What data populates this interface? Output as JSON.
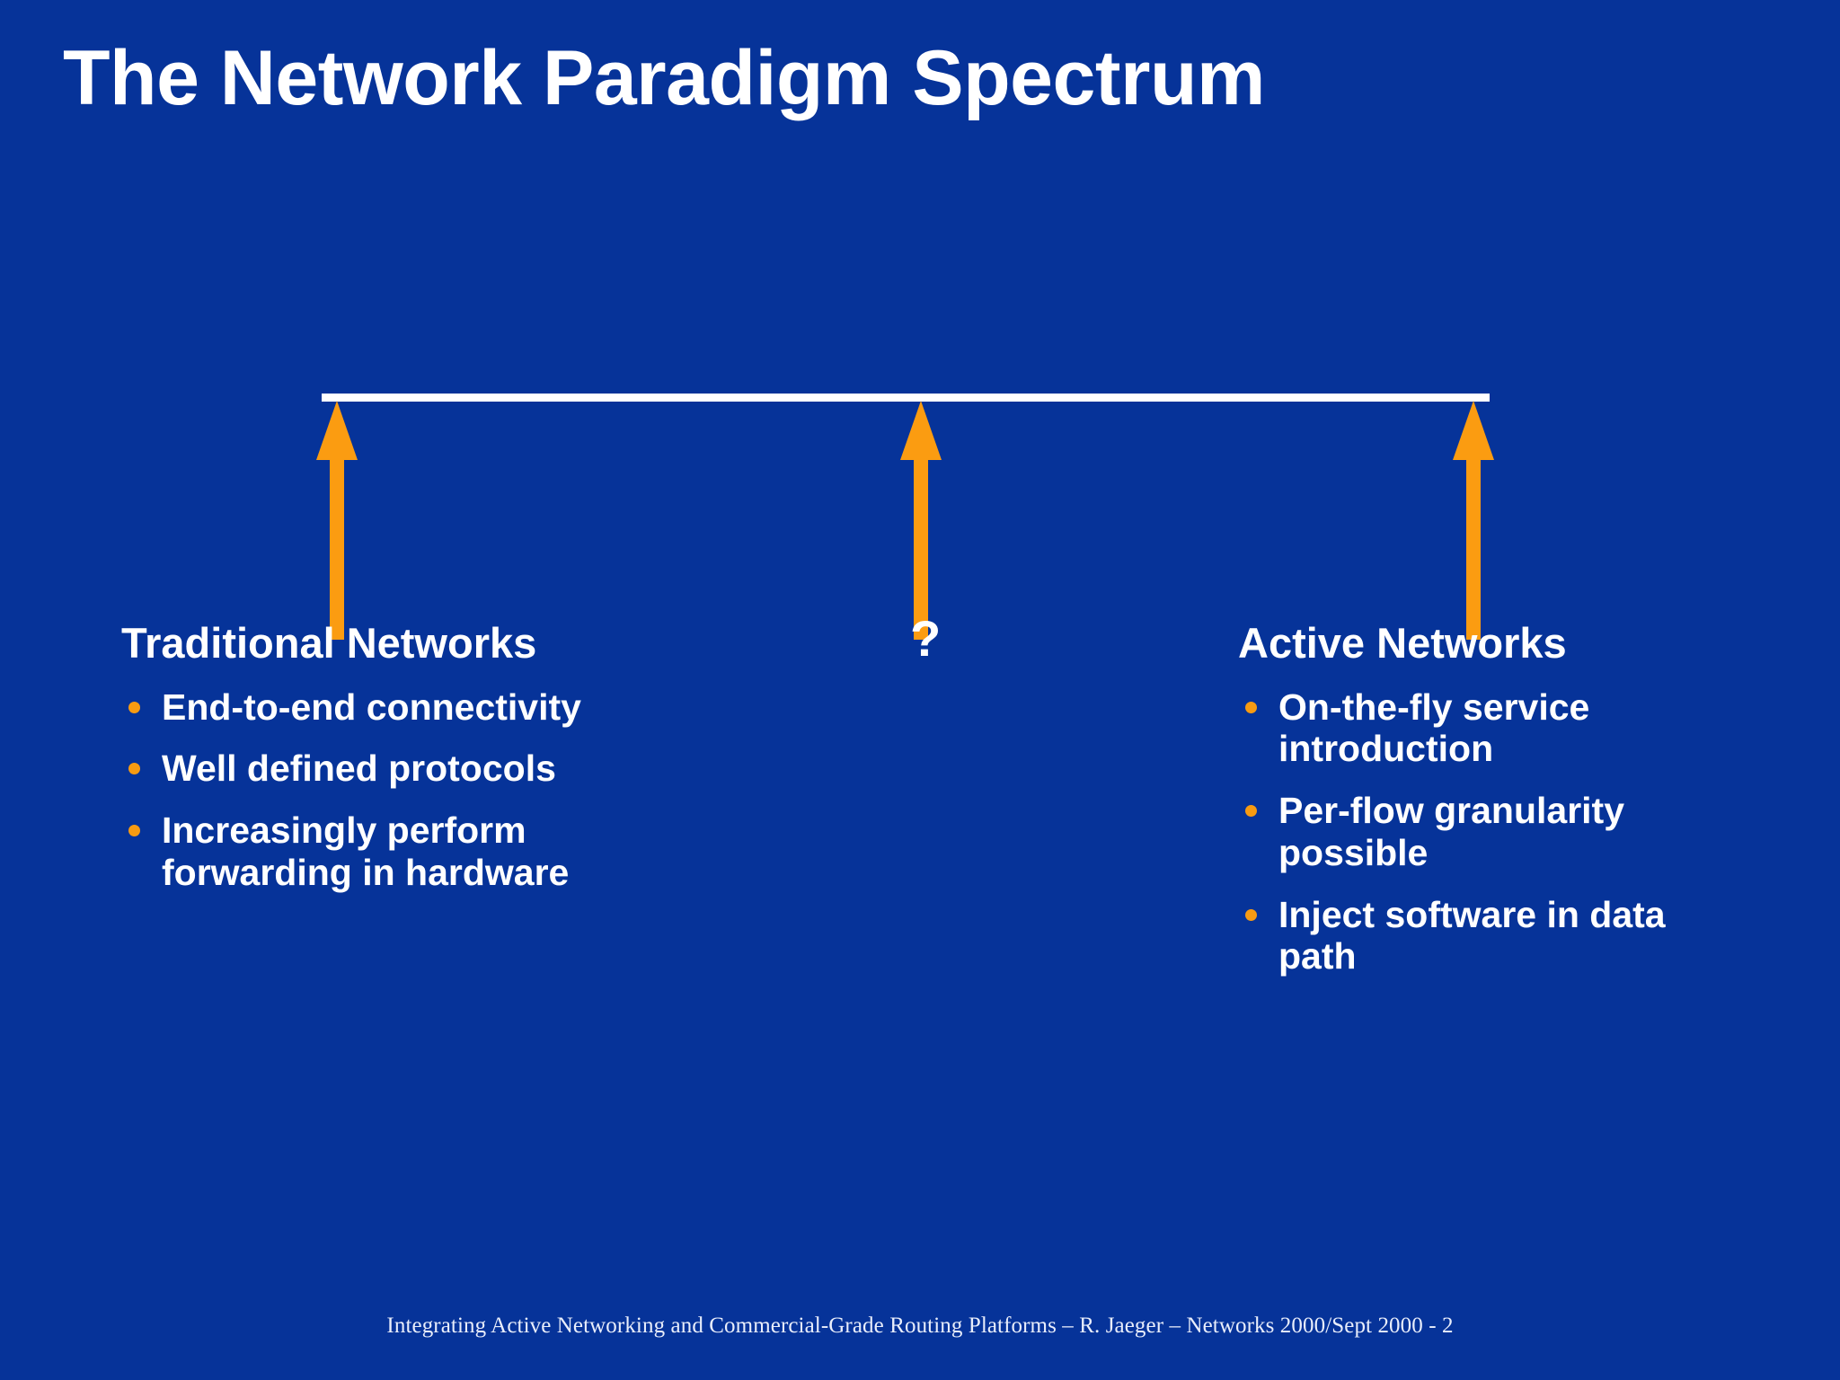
{
  "slide": {
    "title": "The Network Paradigm Spectrum",
    "background_color": "#063399",
    "accent_color": "#f79b12",
    "text_color": "#ffffff"
  },
  "spectrum": {
    "line_color": "#ffffff",
    "arrow_color": "#f79b12",
    "markers": [
      {
        "label": "Traditional Networks",
        "position": "left"
      },
      {
        "label": "?",
        "position": "center"
      },
      {
        "label": "Active Networks",
        "position": "right"
      }
    ]
  },
  "columns": {
    "left": {
      "heading": "Traditional Networks",
      "bullets": [
        "End-to-end connectivity",
        "Well defined protocols",
        "Increasingly perform forwarding in hardware"
      ]
    },
    "center": {
      "heading": "?"
    },
    "right": {
      "heading": "Active Networks",
      "bullets": [
        "On-the-fly service introduction",
        "Per-flow granularity possible",
        "Inject software in data path"
      ]
    }
  },
  "footer": {
    "text": "Integrating Active Networking and Commercial-Grade Routing Platforms – R. Jaeger – Networks 2000/Sept 2000  - 2"
  }
}
